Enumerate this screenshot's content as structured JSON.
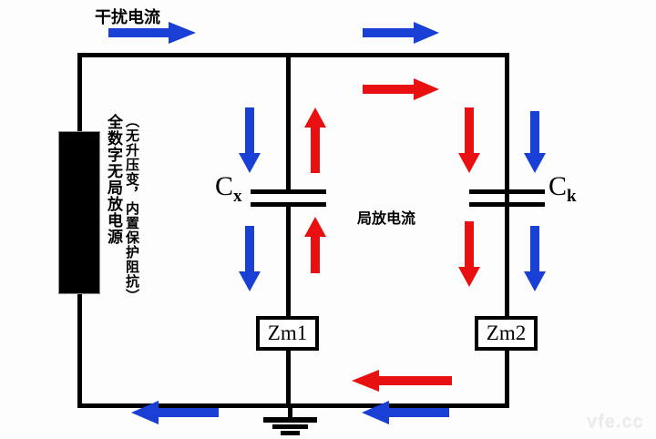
{
  "diagram": {
    "title_label": "干扰电流",
    "center_label": "局放电流",
    "source": {
      "line1": "全数字无局放电源",
      "line2": "（无升压变，内置保护阻抗）"
    },
    "capacitors": [
      {
        "name": "cx",
        "symbol": "C",
        "subscript": "x"
      },
      {
        "name": "ck",
        "symbol": "C",
        "subscript": "k"
      }
    ],
    "impedances": [
      {
        "name": "zm1",
        "label": "Zm1"
      },
      {
        "name": "zm2",
        "label": "Zm2"
      }
    ],
    "colors": {
      "interference_current": "#1a3fd4",
      "pd_current": "#e81010",
      "wire": "#000000",
      "background": "#fdfdfd",
      "watermark": "#ececec"
    },
    "arrows": [
      {
        "name": "top-left-interference",
        "direction": "right",
        "color": "#1a3fd4"
      },
      {
        "name": "top-right-interference",
        "direction": "right",
        "color": "#1a3fd4"
      },
      {
        "name": "top-pd",
        "direction": "right",
        "color": "#e81010"
      },
      {
        "name": "cx-left-upper-interference",
        "direction": "down",
        "color": "#1a3fd4"
      },
      {
        "name": "cx-right-upper-pd",
        "direction": "up",
        "color": "#e81010"
      },
      {
        "name": "cx-left-lower-interference",
        "direction": "down",
        "color": "#1a3fd4"
      },
      {
        "name": "cx-right-lower-pd",
        "direction": "up",
        "color": "#e81010"
      },
      {
        "name": "ck-left-upper-pd",
        "direction": "down",
        "color": "#e81010"
      },
      {
        "name": "ck-right-upper-interference",
        "direction": "down",
        "color": "#1a3fd4"
      },
      {
        "name": "ck-left-lower-pd",
        "direction": "down",
        "color": "#e81010"
      },
      {
        "name": "ck-right-lower-interference",
        "direction": "down",
        "color": "#1a3fd4"
      },
      {
        "name": "bottom-pd-return",
        "direction": "left",
        "color": "#e81010"
      },
      {
        "name": "bottom-left-interference",
        "direction": "left",
        "color": "#1a3fd4"
      },
      {
        "name": "bottom-mid-interference",
        "direction": "left",
        "color": "#1a3fd4"
      }
    ]
  },
  "watermark": {
    "text": "vfe.cc"
  }
}
